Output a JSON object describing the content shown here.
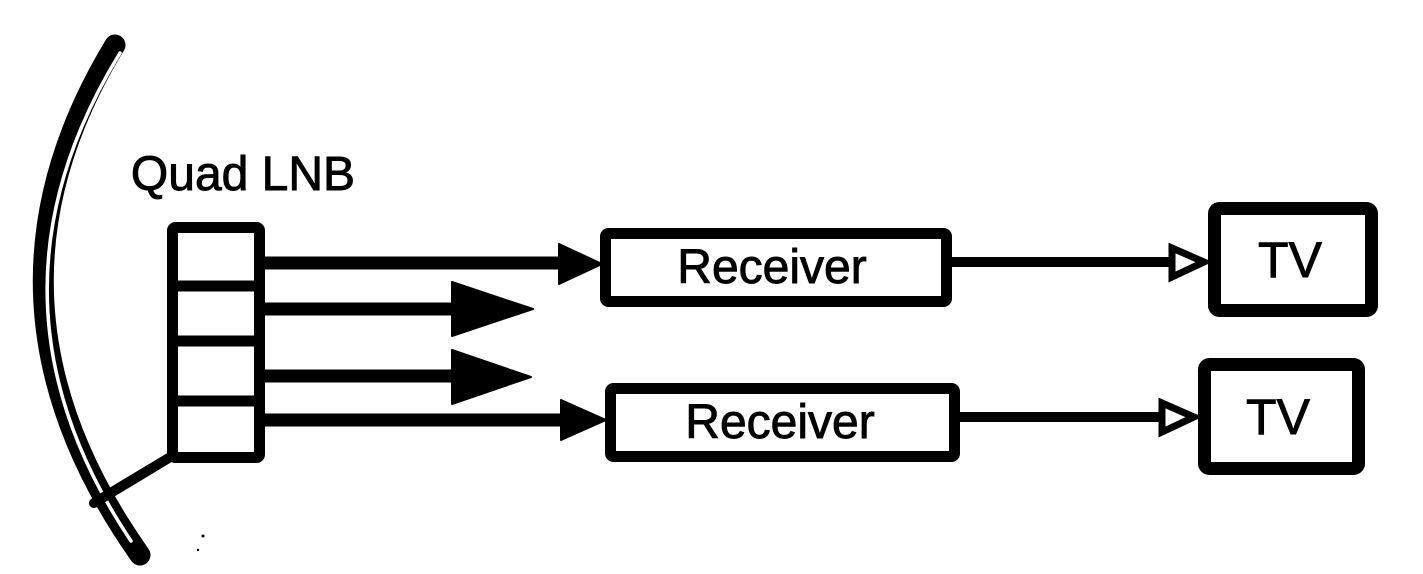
{
  "colors": {
    "ink": "#000000",
    "background": "#ffffff"
  },
  "labels": {
    "lnb": "Quad LNB",
    "receivers": [
      "Receiver",
      "Receiver"
    ],
    "tvs": [
      "TV",
      "TV"
    ]
  },
  "connections": [
    {
      "from": "quad-lnb-output-1",
      "to": "receiver-1",
      "arrowhead": "solid"
    },
    {
      "from": "quad-lnb-output-2",
      "to": "unconnected",
      "arrowhead": "solid"
    },
    {
      "from": "quad-lnb-output-3",
      "to": "unconnected",
      "arrowhead": "solid"
    },
    {
      "from": "quad-lnb-output-4",
      "to": "receiver-2",
      "arrowhead": "solid"
    },
    {
      "from": "receiver-1",
      "to": "tv-1",
      "arrowhead": "open"
    },
    {
      "from": "receiver-2",
      "to": "tv-2",
      "arrowhead": "open"
    }
  ]
}
